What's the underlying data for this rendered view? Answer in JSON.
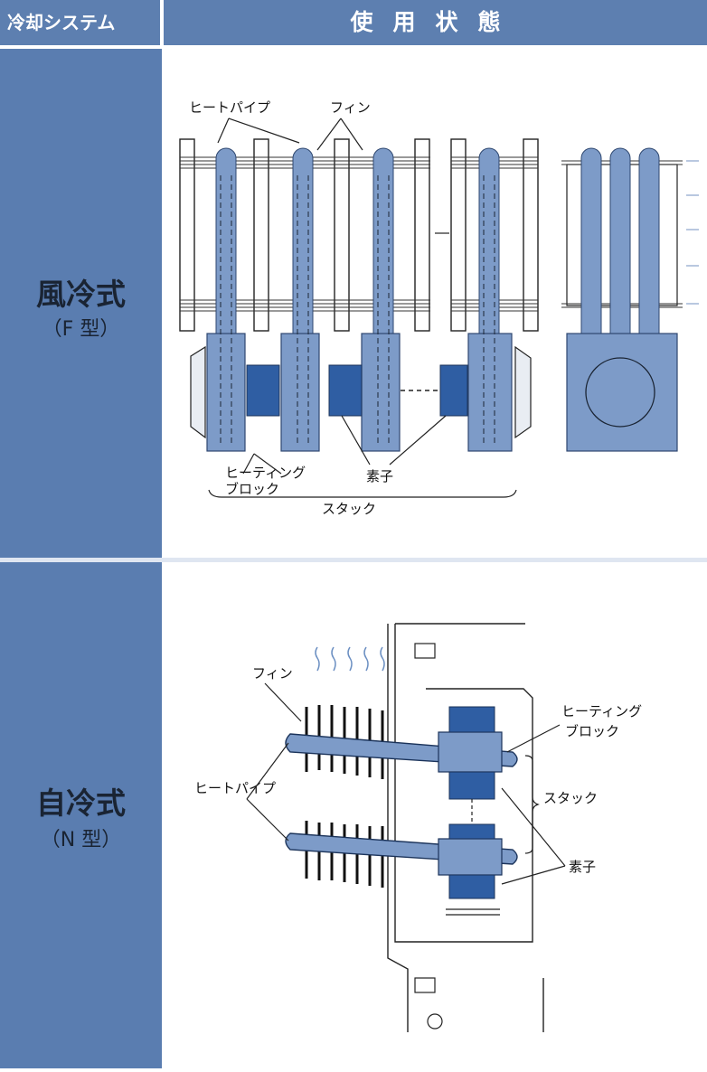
{
  "header": {
    "system_label": "冷却システム",
    "usage_label": "使用状態"
  },
  "rows": [
    {
      "name": "風冷式",
      "subtype": "（F 型）",
      "labels": {
        "heat_pipe": "ヒートパイプ",
        "fin": "フィン",
        "heating_block_line1": "ヒーティング",
        "heating_block_line2": "ブロック",
        "element": "素子",
        "stack": "スタック"
      }
    },
    {
      "name": "自冷式",
      "subtype": "（N 型）",
      "labels": {
        "fin": "フィン",
        "heat_pipe": "ヒートパイプ",
        "heating_block_line1": "ヒーティング",
        "heating_block_line2": "ブロック",
        "stack": "スタック",
        "element": "素子"
      }
    }
  ],
  "colors": {
    "header_blue": "#5d7fb0",
    "side_blue": "#5a7db0",
    "pipe_blue": "#7d9bc8",
    "element_blue": "#2f5ea3"
  }
}
